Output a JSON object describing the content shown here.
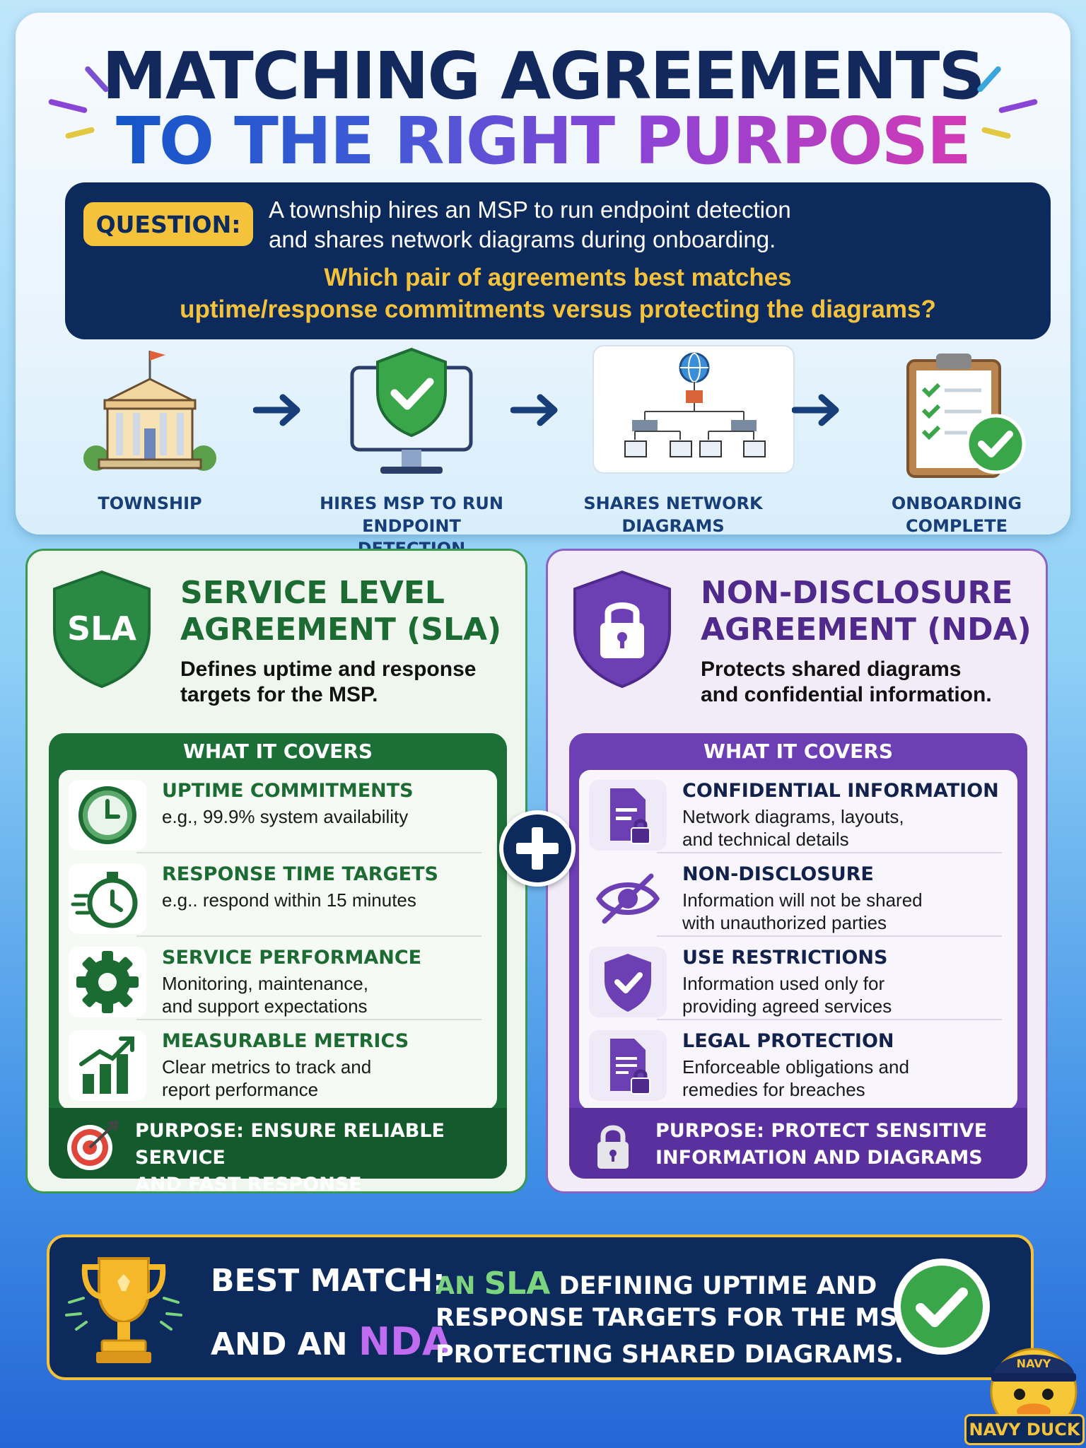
{
  "header": {
    "title_line1": "MATCHING AGREEMENTS",
    "title_line2": "TO THE RIGHT PURPOSE"
  },
  "question": {
    "badge": "QUESTION:",
    "text_line1": "A township hires an MSP to run endpoint detection",
    "text_line2": "and shares network diagrams during onboarding.",
    "ask_line1": "Which pair of agreements best matches",
    "ask_line2": "uptime/response commitments versus protecting the diagrams?"
  },
  "flow": [
    {
      "icon": "township-building-icon",
      "label_line1": "TOWNSHIP",
      "label_line2": ""
    },
    {
      "icon": "monitor-shield-icon",
      "label_line1": "HIRES MSP TO RUN",
      "label_line2": "ENDPOINT DETECTION"
    },
    {
      "icon": "network-diagram-icon",
      "label_line1": "SHARES NETWORK",
      "label_line2": "DIAGRAMS"
    },
    {
      "icon": "clipboard-check-icon",
      "label_line1": "ONBOARDING",
      "label_line2": "COMPLETE"
    }
  ],
  "sla": {
    "badge": "SLA",
    "title_line1": "SERVICE LEVEL",
    "title_line2": "AGREEMENT (SLA)",
    "desc_line1": "Defines uptime and response",
    "desc_line2": "targets for the MSP.",
    "covers_title": "WHAT IT COVERS",
    "items": [
      {
        "icon": "clock-icon",
        "title": "UPTIME COMMITMENTS",
        "text_line1": "e.g., 99.9% system availability",
        "text_line2": ""
      },
      {
        "icon": "stopwatch-icon",
        "title": "RESPONSE TIME TARGETS",
        "text_line1": "e.g.. respond within 15 minutes",
        "text_line2": ""
      },
      {
        "icon": "gear-icon",
        "title": "SERVICE PERFORMANCE",
        "text_line1": "Monitoring, maintenance,",
        "text_line2": "and support expectations"
      },
      {
        "icon": "bar-chart-icon",
        "title": "MEASURABLE METRICS",
        "text_line1": "Clear metrics to track and",
        "text_line2": "report performance"
      }
    ],
    "purpose_line1": "PURPOSE: ENSURE RELIABLE SERVICE",
    "purpose_line2": "AND FAST RESPONSE"
  },
  "nda": {
    "title_line1": "NON-DISCLOSURE",
    "title_line2": "AGREEMENT (NDA)",
    "desc_line1": "Protects shared diagrams",
    "desc_line2": "and confidential information.",
    "covers_title": "WHAT IT COVERS",
    "items": [
      {
        "icon": "locked-document-icon",
        "title": "CONFIDENTIAL INFORMATION",
        "text_line1": "Network diagrams, layouts,",
        "text_line2": "and technical details"
      },
      {
        "icon": "eye-slash-icon",
        "title": "NON-DISCLOSURE",
        "text_line1": "Information will not be shared",
        "text_line2": "with unauthorized parties"
      },
      {
        "icon": "shield-check-icon",
        "title": "USE RESTRICTIONS",
        "text_line1": "Information used only for",
        "text_line2": "providing agreed services"
      },
      {
        "icon": "legal-document-icon",
        "title": "LEGAL PROTECTION",
        "text_line1": "Enforceable obligations and",
        "text_line2": "remedies for breaches"
      }
    ],
    "purpose_line1": "PURPOSE: PROTECT SENSITIVE",
    "purpose_line2": "INFORMATION AND DIAGRAMS"
  },
  "best_match": {
    "label": "BEST MATCH:",
    "an_prefix": "AN ",
    "sla_word": "SLA",
    "line1_rest": " DEFINING UPTIME AND",
    "line2": "RESPONSE TARGETS FOR THE MSP,",
    "and_an": "AND AN ",
    "nda_word": "NDA",
    "line3": "PROTECTING SHARED DIAGRAMS."
  },
  "mascot": {
    "hat_text": "NAVY",
    "name": "NAVY DUCK"
  },
  "colors": {
    "navy": "#0d2a5c",
    "sla_green": "#1d6f38",
    "nda_purple": "#6c3fb4",
    "accent_yellow": "#f5c33b"
  }
}
